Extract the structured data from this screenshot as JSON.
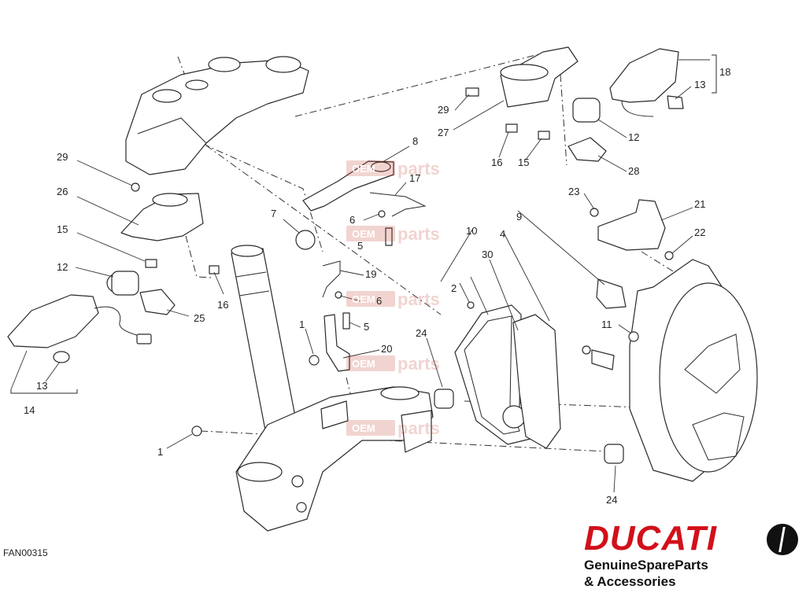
{
  "diagram": {
    "code": "FAN00315",
    "labels": [
      "1",
      "1",
      "2",
      "4",
      "5",
      "5",
      "6",
      "6",
      "7",
      "8",
      "9",
      "10",
      "11",
      "12",
      "12",
      "13",
      "13",
      "14",
      "15",
      "15",
      "16",
      "16",
      "17",
      "18",
      "19",
      "20",
      "21",
      "22",
      "23",
      "24",
      "24",
      "25",
      "26",
      "27",
      "28",
      "29",
      "29",
      "30"
    ],
    "watermark": {
      "brand": "OEM",
      "word": "parts"
    }
  },
  "brand": {
    "logo": "DUCATI",
    "line1": "GenuineSpareParts",
    "line2": "& Accessories"
  }
}
